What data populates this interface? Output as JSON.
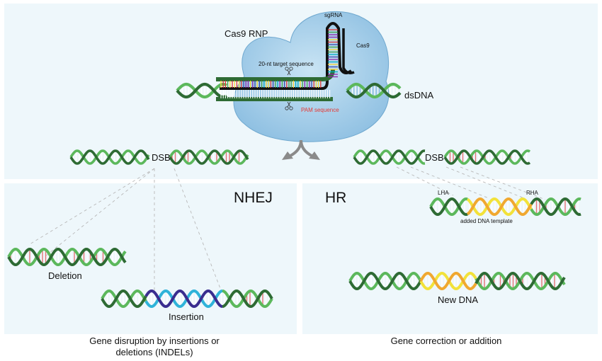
{
  "labels": {
    "cas9_rnp": "Cas9 RNP",
    "sgrna": "sgRNA",
    "cas9": "Cas9",
    "target_sequence": "20-nt target sequence",
    "pam_sequence": "PAM sequence",
    "dsdna": "dsDNA",
    "dsb_left": "DSB",
    "dsb_right": "DSB",
    "nhej": "NHEJ",
    "hr": "HR",
    "lha": "LHA",
    "rha": "RHA",
    "added_template": "added DNA template",
    "deletion": "Deletion",
    "insertion": "Insertion",
    "new_dna": "New DNA",
    "caption_left": "Gene disruption by insertions or deletions (INDELs)",
    "caption_right": "Gene correction or addition"
  },
  "colors": {
    "panel_bg": "#eef7fb",
    "blob": "#9ccbe8",
    "dna_dark": "#2e6b34",
    "dna_light": "#5cb85c",
    "rung": "#ffffff",
    "insert_dark": "#3a2d8f",
    "insert_light": "#2fb3d9",
    "template_yellow": "#f2e23a",
    "template_orange": "#f0a830",
    "pam_red": "#e53935",
    "arrow_gray": "#8a8a8a",
    "dash_gray": "#b0b0b0"
  }
}
